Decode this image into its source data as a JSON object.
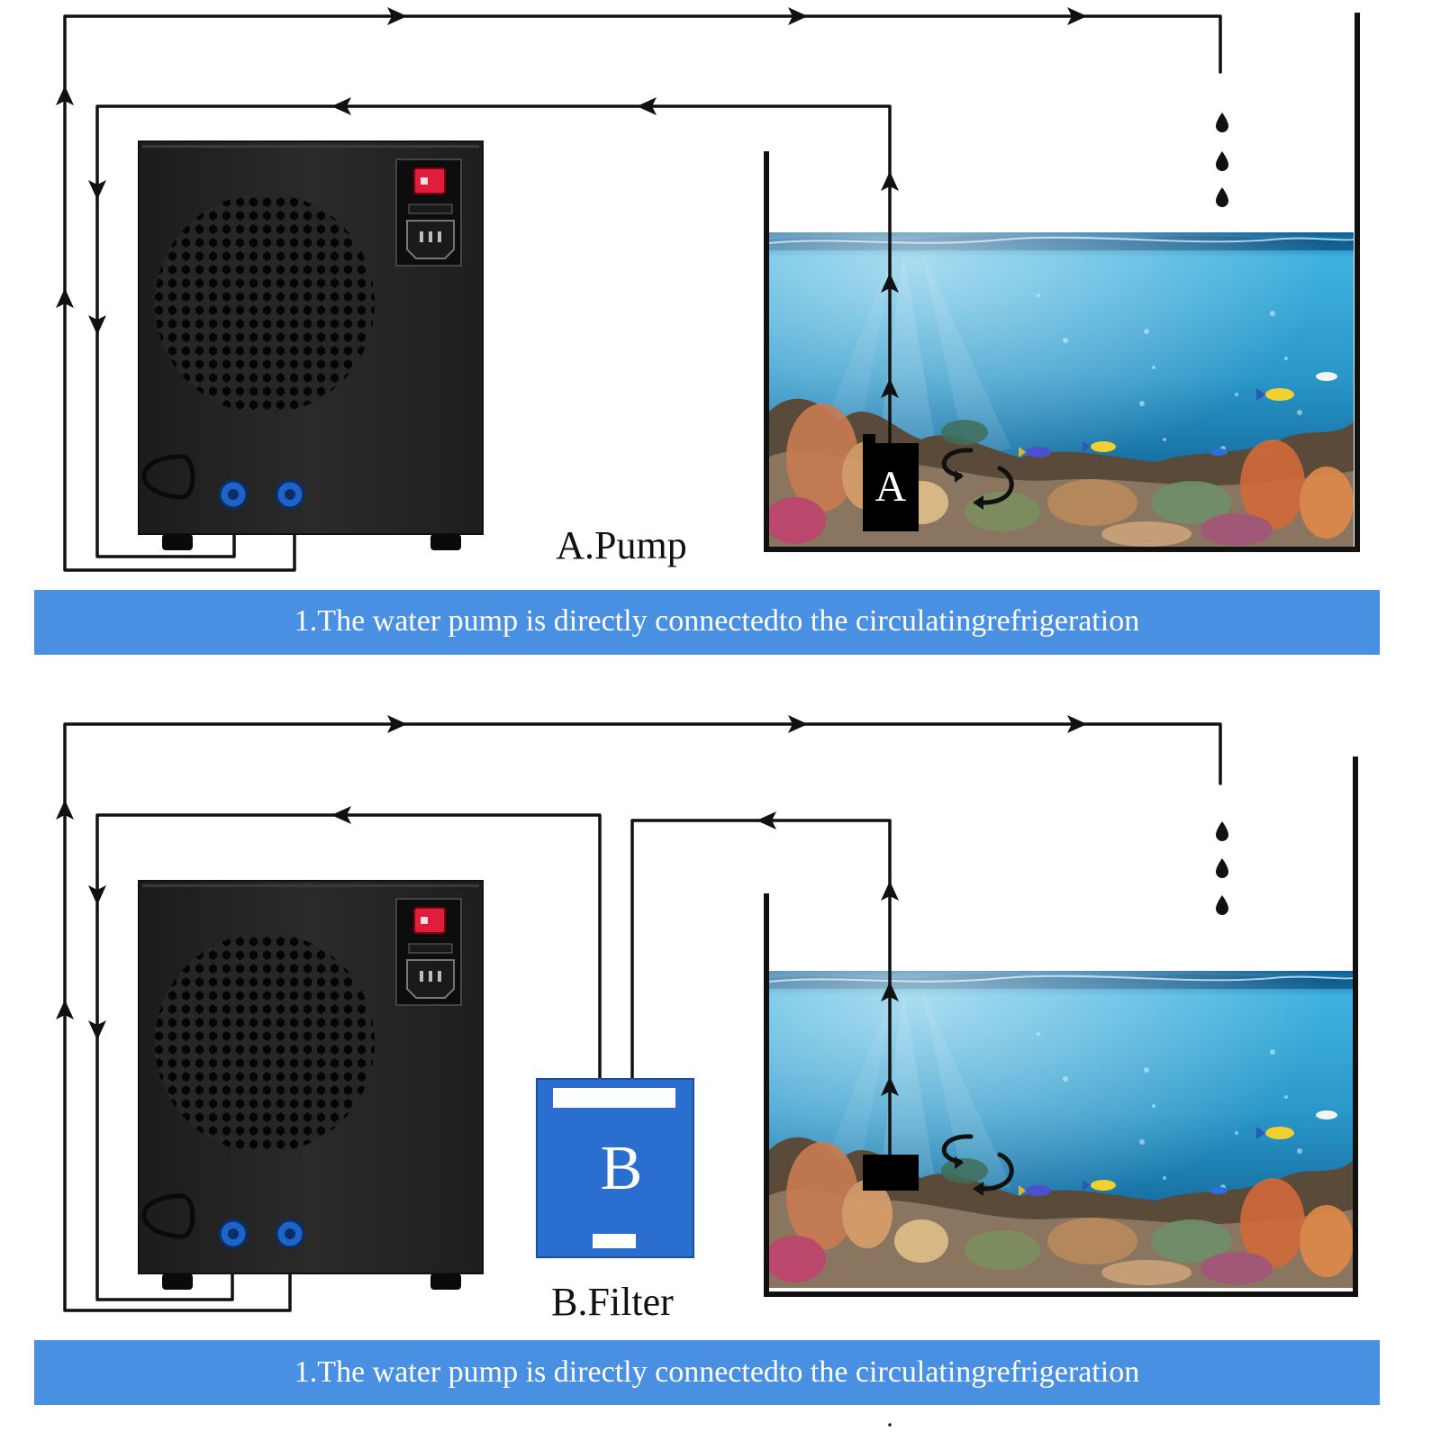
{
  "diagrams": [
    {
      "caption": "A.Pump",
      "banner": "1.The water pump is directly connectedto the circulatingrefrigeration",
      "box_letter": "A"
    },
    {
      "caption": "B.Filter",
      "banner": "1.The water pump is directly connectedto the circulatingrefrigeration",
      "box_letter": "B"
    }
  ],
  "colors": {
    "banner": "#4a90e2",
    "chiller_body": "#222222",
    "power_switch": "#e01e3c",
    "fitting": "#1e63c8",
    "filter_box": "#2a6fd0",
    "water_top": "#1a6fa8",
    "water_mid": "#33a6d6",
    "water_deep": "#0f5a8a"
  },
  "icons": [
    "power-switch-icon",
    "power-socket-icon",
    "fan-grille-icon",
    "water-drop-icon",
    "swirl-arrow-icon",
    "flow-arrow-icon"
  ]
}
